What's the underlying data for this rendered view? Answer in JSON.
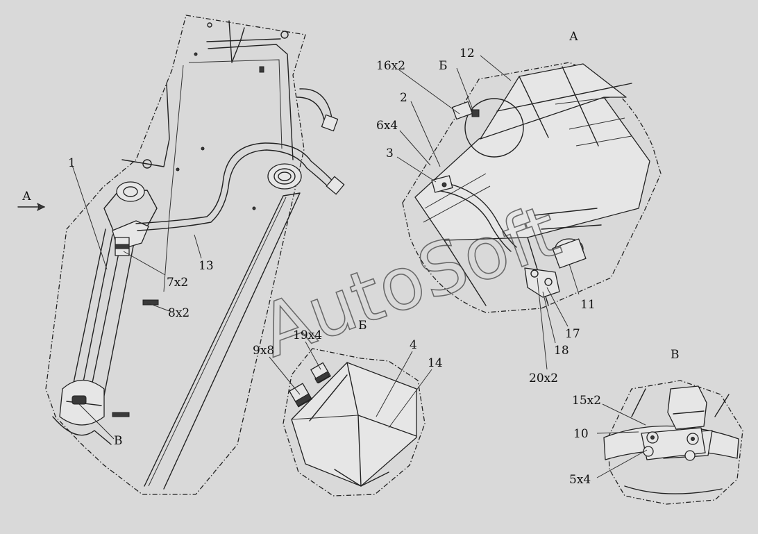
{
  "watermark": "AutoSoft",
  "views": {
    "main": {
      "arrow_label": "А"
    },
    "view_a": {
      "title": "А"
    },
    "view_b": {
      "title": "Б"
    },
    "view_v": {
      "title": "В"
    }
  },
  "labels": {
    "main": [
      "1",
      "13",
      "7x2",
      "8x2",
      "В"
    ],
    "view_a": [
      "12",
      "16x2",
      "Б",
      "2",
      "6x4",
      "3",
      "11",
      "17",
      "18",
      "20x2"
    ],
    "view_b": [
      "9x8",
      "19x4",
      "4",
      "14"
    ],
    "view_v": [
      "15x2",
      "10",
      "5x4"
    ]
  }
}
